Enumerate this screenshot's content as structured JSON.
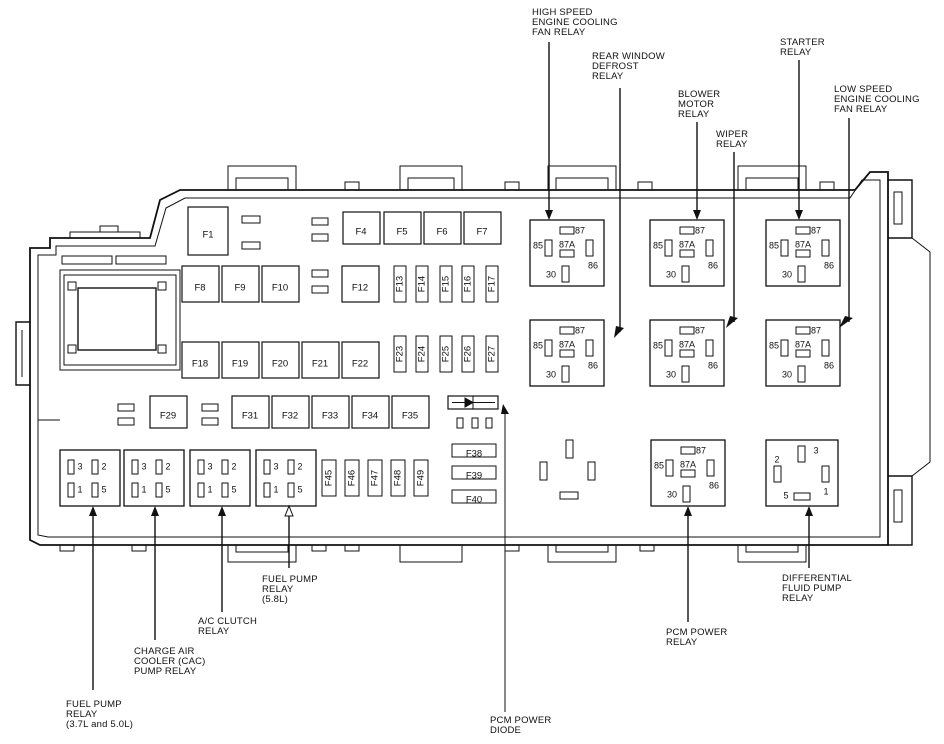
{
  "fuses": {
    "f1": "F1",
    "f4": "F4",
    "f5": "F5",
    "f6": "F6",
    "f7": "F7",
    "f8": "F8",
    "f9": "F9",
    "f10": "F10",
    "f12": "F12",
    "f13": "F13",
    "f14": "F14",
    "f15": "F15",
    "f16": "F16",
    "f17": "F17",
    "f18": "F18",
    "f19": "F19",
    "f20": "F20",
    "f21": "F21",
    "f22": "F22",
    "f23": "F23",
    "f24": "F24",
    "f25": "F25",
    "f26": "F26",
    "f27": "F27",
    "f29": "F29",
    "f31": "F31",
    "f32": "F32",
    "f33": "F33",
    "f34": "F34",
    "f35": "F35",
    "f38": "F38",
    "f39": "F39",
    "f40": "F40",
    "f45": "F45",
    "f46": "F46",
    "f47": "F47",
    "f48": "F48",
    "f49": "F49"
  },
  "terminals": {
    "t85": "85",
    "t87": "87",
    "t87a": "87A",
    "t86": "86",
    "t30": "30",
    "t1": "1",
    "t2": "2",
    "t3": "3",
    "t5": "5"
  },
  "labels": {
    "hs_fan": [
      "HIGH SPEED",
      "ENGINE COOLING",
      "FAN RELAY"
    ],
    "rear_defrost": [
      "REAR WINDOW",
      "DEFROST",
      "RELAY"
    ],
    "blower": [
      "BLOWER",
      "MOTOR",
      "RELAY"
    ],
    "wiper": [
      "WIPER",
      "RELAY"
    ],
    "starter": [
      "STARTER",
      "RELAY"
    ],
    "ls_fan": [
      "LOW SPEED",
      "ENGINE COOLING",
      "FAN RELAY"
    ],
    "fuel_pump_58": [
      "FUEL PUMP",
      "RELAY",
      "(5.8L)"
    ],
    "ac_clutch": [
      "A/C CLUTCH",
      "RELAY"
    ],
    "cac_pump": [
      "CHARGE AIR",
      "COOLER (CAC)",
      "PUMP RELAY"
    ],
    "fuel_pump_37": [
      "FUEL PUMP",
      "RELAY",
      "(3.7L and 5.0L)"
    ],
    "pcm_diode": [
      "PCM POWER",
      "DIODE"
    ],
    "pcm_relay": [
      "PCM POWER",
      "RELAY"
    ],
    "diff_pump": [
      "DIFFERENTIAL",
      "FLUID PUMP",
      "RELAY"
    ]
  }
}
